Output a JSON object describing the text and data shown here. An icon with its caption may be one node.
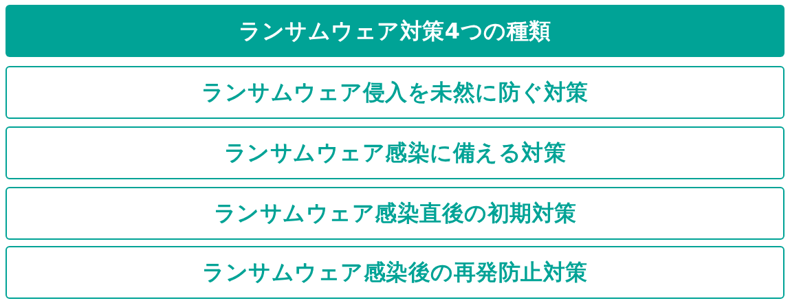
{
  "diagram": {
    "nodes": [
      {
        "text": [
          "ランサムウェア対策4つの種類"
        ]
      },
      {
        "text": [
          "ランサムウェア侵入を未然に防ぐ対策"
        ]
      },
      {
        "text": [
          "ランサムウェア感染に備える対策"
        ]
      },
      {
        "text": [
          "ランサムウェア感染直後の初期対策"
        ]
      },
      {
        "text": [
          "ランサムウェア感染後の再発防止対策"
        ]
      }
    ]
  }
}
